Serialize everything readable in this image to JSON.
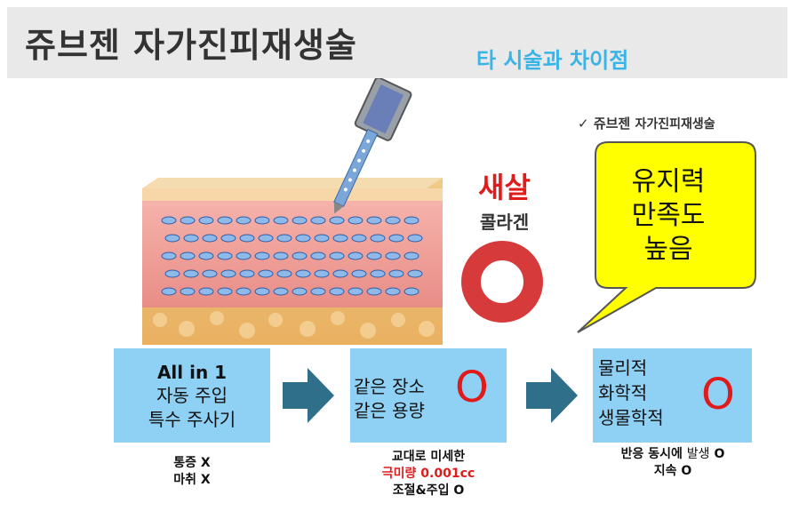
{
  "header": {
    "title": "쥬브젠 자가진피재생술",
    "subtitle": "타 시술과 차이점"
  },
  "check": {
    "mark": "✓",
    "brand": "쥬브젠",
    "label": "자가진피재생술"
  },
  "saesal": {
    "title": "새살",
    "sub": "콜라겐"
  },
  "bubble": {
    "lines": [
      "유지력",
      "만족도",
      "높음"
    ]
  },
  "box1": {
    "line1": "All in 1",
    "line2": "자동 주입",
    "line3": "특수 주사기",
    "captions": [
      "통증 X",
      "마취 X"
    ]
  },
  "box2": {
    "line1": "같은 장소",
    "line2": "같은 용량",
    "mark": "O",
    "caption1": "교대로 미세한",
    "caption2": "극미량 0.001cc",
    "caption3": "조절&주입 O"
  },
  "box3": {
    "lines": [
      "물리적",
      "화학적",
      "생물학적"
    ],
    "mark": "O",
    "caption1a": "반응 동시에",
    "caption1b": "발생",
    "caption1c": "O",
    "caption2": "지속 O"
  },
  "colors": {
    "accent_blue": "#3ab4e6",
    "box_blue": "#8fd1f5",
    "red": "#e01b1b",
    "arrow": "#2f6f8a",
    "bubble_yellow": "#ffff00"
  }
}
